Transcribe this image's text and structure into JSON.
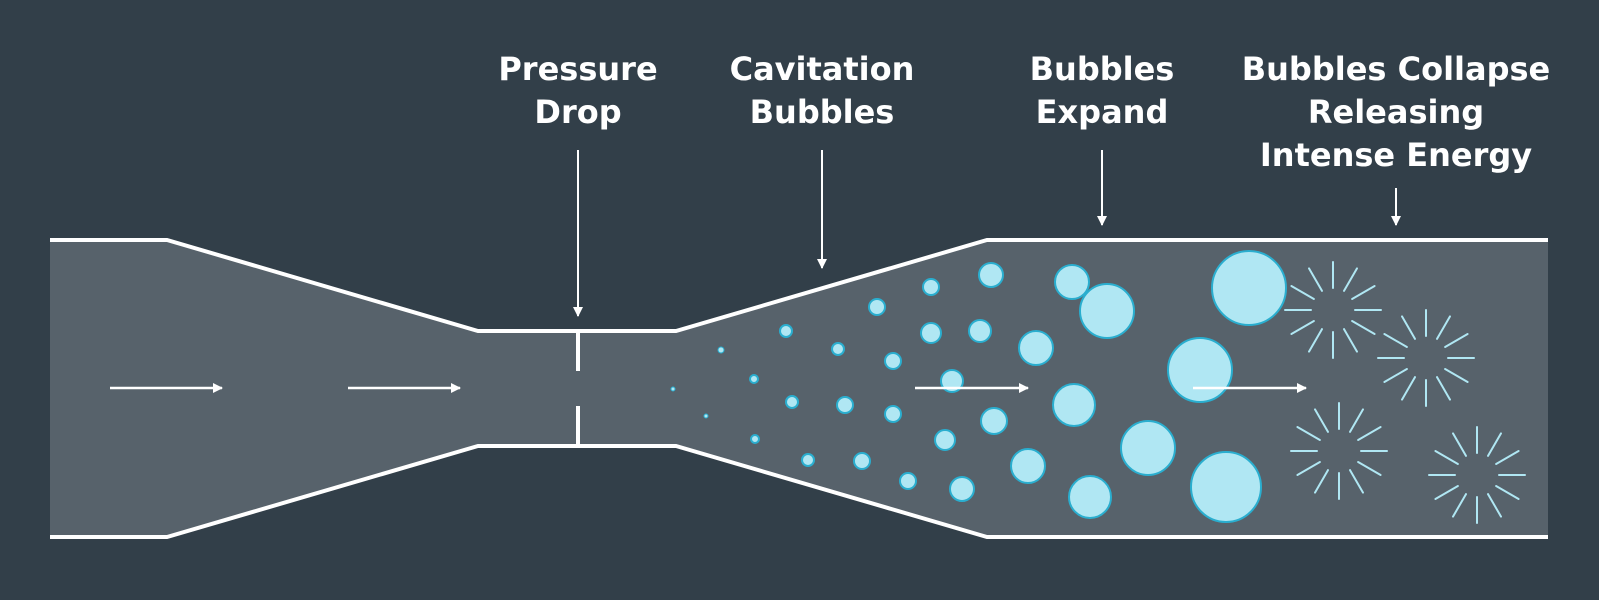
{
  "labels": {
    "pressure_drop": [
      "Pressure",
      "Drop"
    ],
    "cavitation_bubbles": [
      "Cavitation",
      "Bubbles"
    ],
    "bubbles_expand": [
      "Bubbles",
      "Expand"
    ],
    "bubbles_collapse": [
      "Bubbles Collapse",
      "Releasing",
      "Intense Energy"
    ]
  },
  "colors": {
    "background": "#323f49",
    "pipe_fill": "#57626b",
    "pipe_wall": "#ffffff",
    "bubble_fill": "#b0e7f3",
    "bubble_stroke": "#2aaecf",
    "burst": "#b0e7f3",
    "arrow": "#ffffff",
    "text": "#ffffff"
  },
  "icons": {
    "flow_arrow": "right-arrow-icon",
    "pointer_arrow": "down-arrow-icon",
    "bubble": "bubble-icon",
    "burst": "burst-icon"
  }
}
